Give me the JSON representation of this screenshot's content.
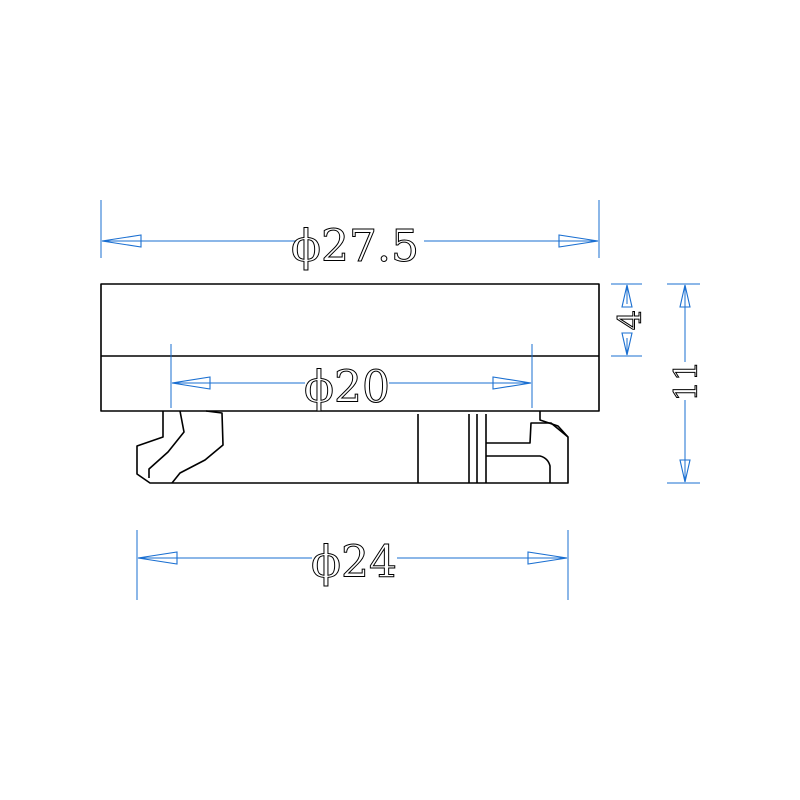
{
  "dimensions": {
    "top_diameter": "ϕ27.5",
    "inner_diameter": "ϕ20",
    "bottom_diameter": "ϕ24",
    "cap_height": "4",
    "total_height": "11"
  },
  "colors": {
    "dimension": "#1a6fd1",
    "outline": "#000000",
    "background": "#ffffff"
  }
}
